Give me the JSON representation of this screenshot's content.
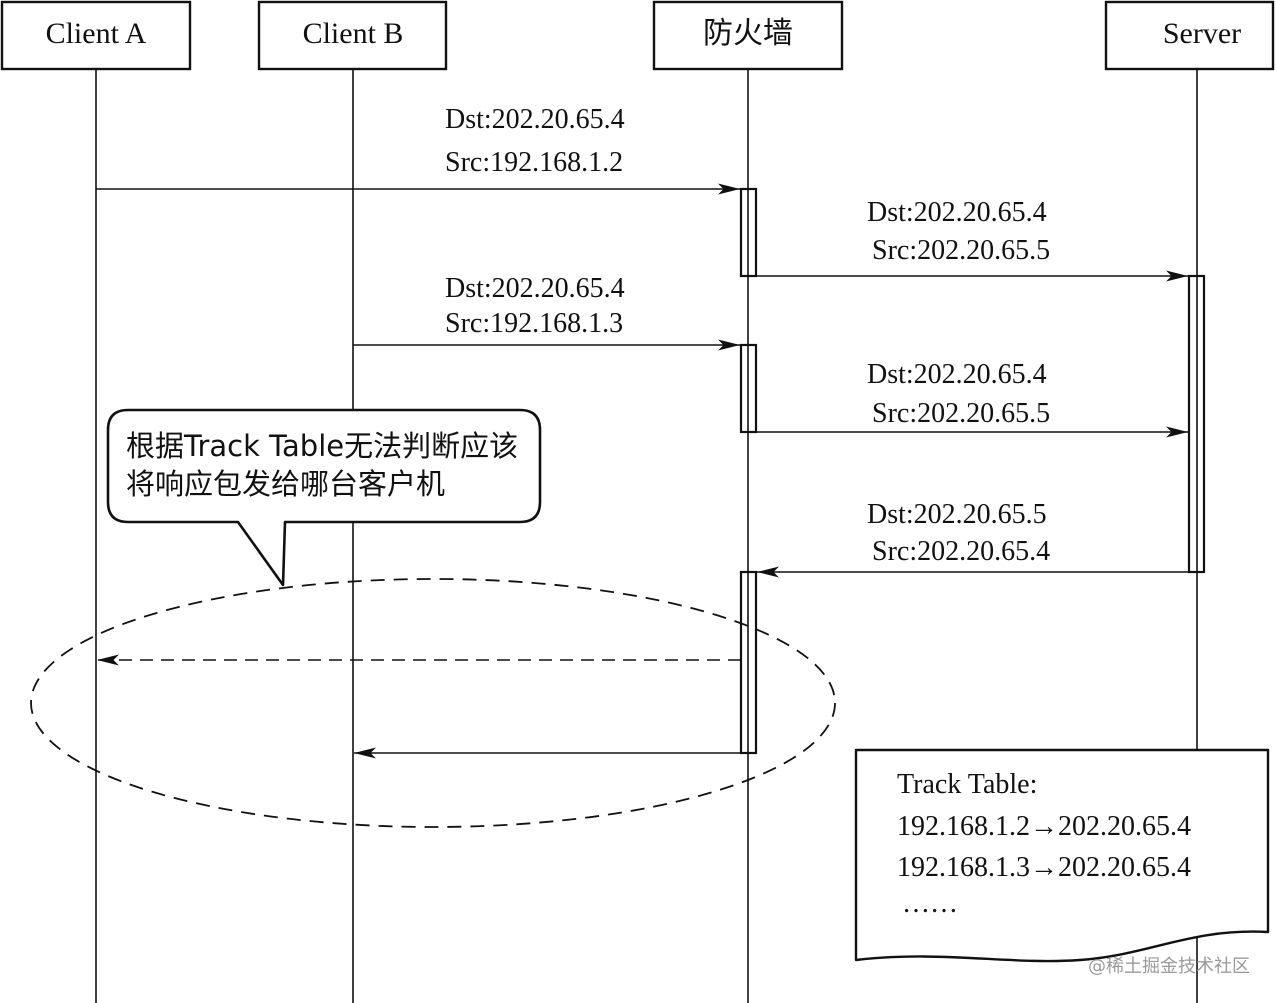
{
  "participants": [
    {
      "id": "a",
      "label": "Client A"
    },
    {
      "id": "b",
      "label": "Client B"
    },
    {
      "id": "fw",
      "label": "防火墙"
    },
    {
      "id": "s",
      "label": "Server"
    }
  ],
  "messages": [
    {
      "from": "Client A",
      "to": "防火墙",
      "dst": "Dst:202.20.65.4",
      "src": "Src:192.168.1.2"
    },
    {
      "from": "防火墙",
      "to": "Server",
      "dst": "Dst:202.20.65.4",
      "src": "Src:202.20.65.5"
    },
    {
      "from": "Client B",
      "to": "防火墙",
      "dst": "Dst:202.20.65.4",
      "src": "Src:192.168.1.3"
    },
    {
      "from": "防火墙",
      "to": "Server",
      "dst": "Dst:202.20.65.4",
      "src": "Src:202.20.65.5"
    },
    {
      "from": "Server",
      "to": "防火墙",
      "dst": "Dst:202.20.65.5",
      "src": "Src:202.20.65.4"
    }
  ],
  "callout": {
    "line1": "根据Track Table无法判断应该",
    "line2": "将响应包发给哪台客户机"
  },
  "track_table": {
    "title": "Track Table:",
    "rows": [
      "192.168.1.2→202.20.65.4",
      "192.168.1.3→202.20.65.4"
    ],
    "ellipsis": "……"
  },
  "watermark": "@稀土掘金技术社区"
}
